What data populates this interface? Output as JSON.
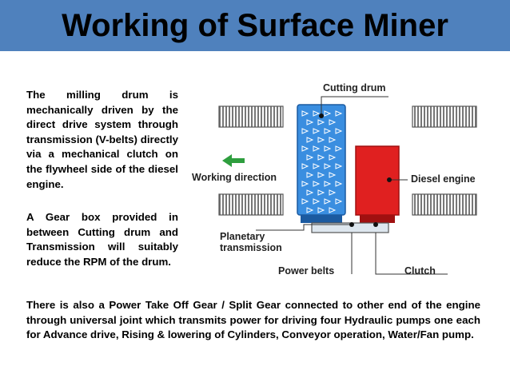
{
  "title": "Working of Surface Miner",
  "paragraphs": {
    "p1": "The milling drum is mechanically driven by the direct drive system through transmission (V-belts) directly via a mechanical clutch on the flywheel side of the diesel engine.",
    "p2": "A Gear box provided in between Cutting drum and Transmission will suitably reduce the RPM of the drum.",
    "p3": "There is also a Power Take Off Gear / Split Gear connected to other end of the engine through universal joint which transmits power for driving four Hydraulic pumps one each for Advance drive, Rising & lowering of Cylinders, Conveyor operation, Water/Fan pump."
  },
  "diagram": {
    "labels": {
      "cutting_drum": "Cutting drum",
      "working_direction": "Working direction",
      "diesel_engine": "Diesel engine",
      "planetary_1": "Planetary",
      "planetary_2": "transmission",
      "power_belts": "Power belts",
      "clutch": "Clutch"
    },
    "colors": {
      "title_bar": "#4f81bd",
      "drum": "#3a8ee0",
      "engine": "#e02020",
      "arrow": "#2e9e3e",
      "tracks": "#555555"
    }
  }
}
